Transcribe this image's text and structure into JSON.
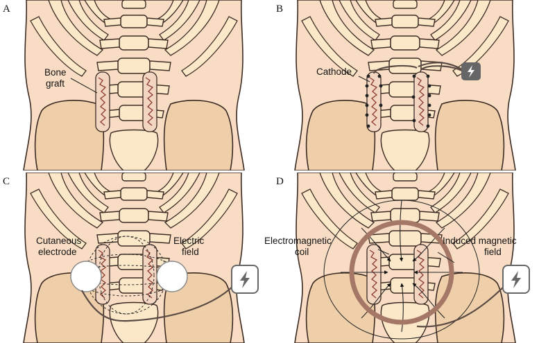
{
  "panels": [
    {
      "letter": "A",
      "annotations": [
        {
          "lines": [
            "Bone",
            "graft"
          ]
        }
      ]
    },
    {
      "letter": "B",
      "annotations": [
        {
          "lines": [
            "Cathode"
          ]
        }
      ]
    },
    {
      "letter": "C",
      "annotations": [
        {
          "lines": [
            "Cutaneous",
            "electrode"
          ]
        },
        {
          "lines": [
            "Electric",
            "field"
          ]
        }
      ]
    },
    {
      "letter": "D",
      "annotations": [
        {
          "lines": [
            "Electromagnetic",
            "coil"
          ]
        },
        {
          "lines": [
            "Induced magnetic",
            "field"
          ]
        }
      ]
    }
  ],
  "icons": {
    "power_source": "lightning-bolt-icon"
  },
  "colors": {
    "skin": "#f8dcc4",
    "bone": "#fbe8c8",
    "pelvis": "#efcfa9",
    "coil": "#a47766",
    "device": "#666666"
  }
}
